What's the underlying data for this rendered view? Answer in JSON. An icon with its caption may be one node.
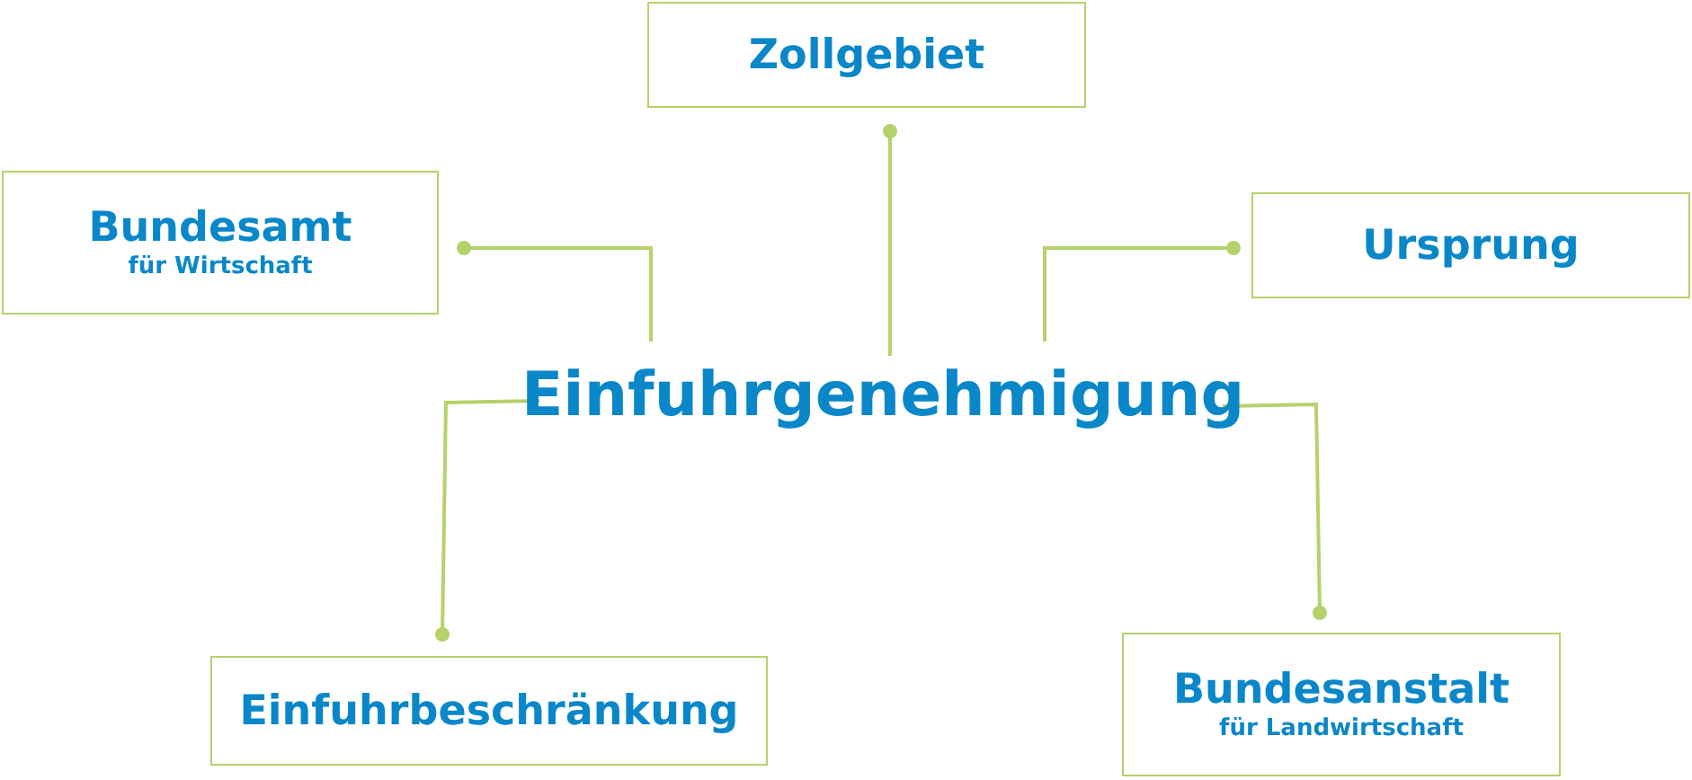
{
  "diagram": {
    "nodes": [
      {
        "text": [
          "Zollgebiet"
        ]
      },
      {
        "text": [
          "Bundesamt",
          "für Wirtschaft"
        ]
      },
      {
        "text": [
          "Ursprung"
        ]
      },
      {
        "text": [
          "Einfuhrgenehmigung"
        ]
      },
      {
        "text": [
          "Einfuhrbeschränkung"
        ]
      },
      {
        "text": [
          "Bundesanstalt",
          "für Landwirtschaft"
        ]
      }
    ],
    "edges": [
      {
        "from": 3,
        "to": 0,
        "arrow": "other"
      },
      {
        "from": 3,
        "to": 1,
        "arrow": "other"
      },
      {
        "from": 3,
        "to": 2,
        "arrow": "other"
      },
      {
        "from": 3,
        "to": 4,
        "arrow": "other"
      },
      {
        "from": 3,
        "to": 5,
        "arrow": "other"
      }
    ]
  }
}
